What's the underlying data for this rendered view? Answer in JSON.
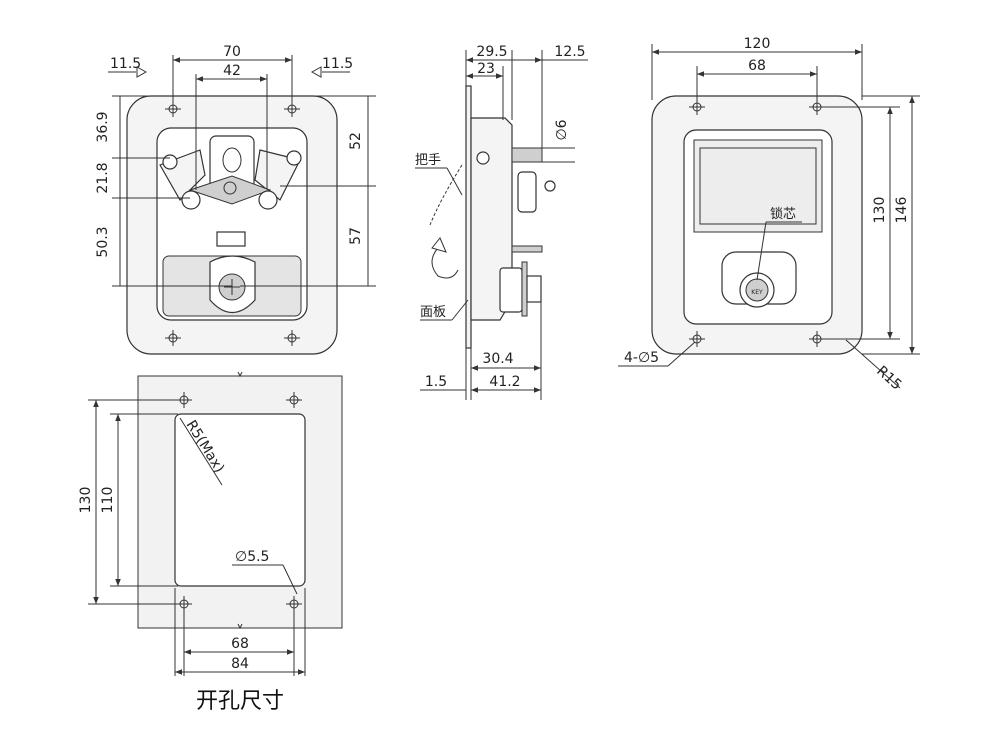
{
  "front_view": {
    "dims": {
      "d70": "70",
      "d42": "42",
      "d11_5_left": "11.5",
      "d11_5_right": "11.5",
      "d36_9": "36.9",
      "d21_8": "21.8",
      "d50_3": "50.3",
      "d52": "52",
      "d57": "57"
    }
  },
  "side_view": {
    "dims": {
      "d29_5": "29.5",
      "d23": "23",
      "d12_5": "12.5",
      "d6": "∅6",
      "d30_4": "30.4",
      "d1_5": "1.5",
      "d41_2": "41.2"
    },
    "labels": {
      "handle": "把手",
      "panel": "面板"
    }
  },
  "rear_view": {
    "dims": {
      "d120": "120",
      "d68": "68",
      "d130": "130",
      "d146": "146",
      "holes": "4-∅5",
      "radius": "R15"
    },
    "labels": {
      "lock_core": "锁芯",
      "key_mark": "KEY"
    }
  },
  "cutout_view": {
    "dims": {
      "d130": "130",
      "d110": "110",
      "radius": "R5(Max)",
      "hole": "∅5.5",
      "d68": "68",
      "d84": "84"
    },
    "caption": "开孔尺寸"
  }
}
